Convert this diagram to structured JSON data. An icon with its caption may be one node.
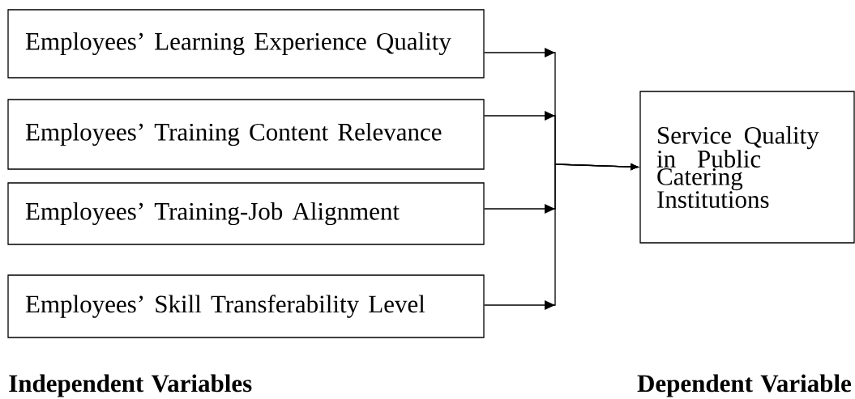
{
  "diagram": {
    "nodes": [
      {
        "text": [
          "Employees’ Learning Experience Quality"
        ]
      },
      {
        "text": [
          "Employees’ Training Content Relevance"
        ]
      },
      {
        "text": [
          "Employees’ Training-Job Alignment"
        ]
      },
      {
        "text": [
          "Employees’ Skill Transferability Level"
        ]
      },
      {
        "text": [
          "Service Quality in Public Catering Institutions"
        ]
      }
    ],
    "edges": [
      {
        "from": 0,
        "to": 4,
        "arrow": "to"
      },
      {
        "from": 1,
        "to": 4,
        "arrow": "to"
      },
      {
        "from": 2,
        "to": 4,
        "arrow": "to"
      },
      {
        "from": 3,
        "to": 4,
        "arrow": "to"
      }
    ],
    "labels": [
      "Independent Variables",
      "Dependent Variable"
    ]
  }
}
